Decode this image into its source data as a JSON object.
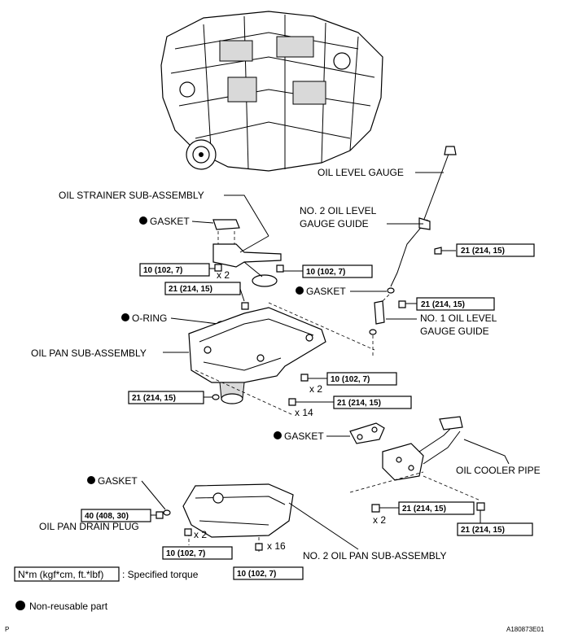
{
  "labels": {
    "oil_level_gauge": "OIL LEVEL GAUGE",
    "oil_strainer": "OIL STRAINER SUB-ASSEMBLY",
    "gasket_1": "GASKET",
    "no2_guide_line1": "NO. 2 OIL LEVEL",
    "no2_guide_line2": "GAUGE GUIDE",
    "gasket_2": "GASKET",
    "no1_guide_line1": "NO. 1 OIL LEVEL",
    "no1_guide_line2": "GAUGE GUIDE",
    "o_ring": "O-RING",
    "oil_pan": "OIL PAN SUB-ASSEMBLY",
    "gasket_3": "GASKET",
    "oil_cooler_pipe": "OIL COOLER PIPE",
    "gasket_4": "GASKET",
    "drain_plug": "OIL PAN DRAIN PLUG",
    "no2_oil_pan": "NO. 2 OIL PAN SUB-ASSEMBLY"
  },
  "torques": {
    "t1": "21 (214, 15)",
    "t2": "10 (102, 7)",
    "t3": "10 (102, 7)",
    "t4": "21 (214, 15)",
    "t5": "21 (214, 15)",
    "t6": "10 (102, 7)",
    "t7": "21 (214, 15)",
    "t8": "21 (214, 15)",
    "t9": "21 (214, 15)",
    "t10": "21 (214, 15)",
    "t11": "40 (408, 30)",
    "t12": "10 (102, 7)",
    "t13": "10 (102, 7)"
  },
  "counts": {
    "c1": "x 2",
    "c2": "x 2",
    "c3": "x 14",
    "c4": "x 2",
    "c5": "x 2",
    "c6": "x 16"
  },
  "legend": {
    "torque_unit": "N*m (kgf*cm, ft.*lbf)",
    "torque_desc": ": Specified torque",
    "non_reusable": "Non-reusable part"
  },
  "footer": {
    "page_letter": "P",
    "figure_code": "A180873E01"
  }
}
